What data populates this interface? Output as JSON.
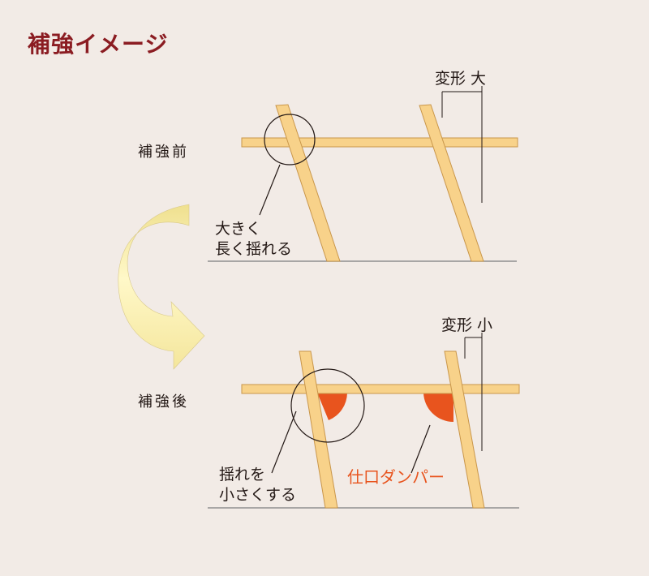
{
  "title": "補強イメージ",
  "before": {
    "label": "補強前",
    "deformation": "変形 大",
    "note_line1": "大きく",
    "note_line2": "長く揺れる"
  },
  "after": {
    "label": "補強後",
    "deformation": "変形 小",
    "note_line1": "揺れを",
    "note_line2": "小さくする",
    "damper_label": "仕口ダンパー"
  },
  "colors": {
    "title": "#8b1c22",
    "background": "#f2ebe6",
    "timber_fill": "#f8d28a",
    "timber_stroke": "#c9964a",
    "damper": "#e8541e",
    "damper_label": "#e8541e",
    "arrow_light": "#fff8c8",
    "arrow_dark": "#efe08f"
  }
}
